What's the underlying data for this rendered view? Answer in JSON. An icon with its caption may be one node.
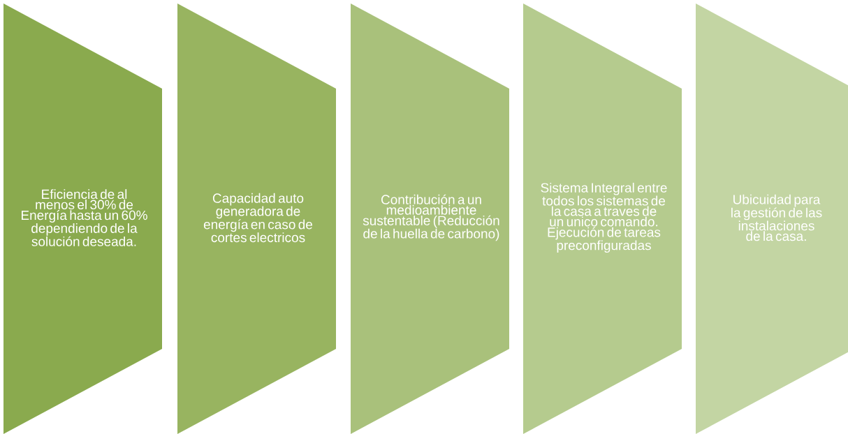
{
  "diagram": {
    "nodes": [
      {
        "text": [
          "Eficiencia de al menos el 30% de Energía hasta un 60% dependiendo de la solución deseada."
        ]
      },
      {
        "text": [
          "Capacidad auto generadora de energía en caso de cortes electricos"
        ]
      },
      {
        "text": [
          "Contribución a un medioambiente sustentable (Reducción de la huella de carbono)"
        ]
      },
      {
        "text": [
          "Sistema Integral entre todos los sistemas de la casa a traves de un unico comando. Ejecución de tareas preconfiguradas"
        ]
      },
      {
        "text": [
          "Ubicuidad para la gestión de las instalaciones de la casa."
        ]
      }
    ]
  }
}
